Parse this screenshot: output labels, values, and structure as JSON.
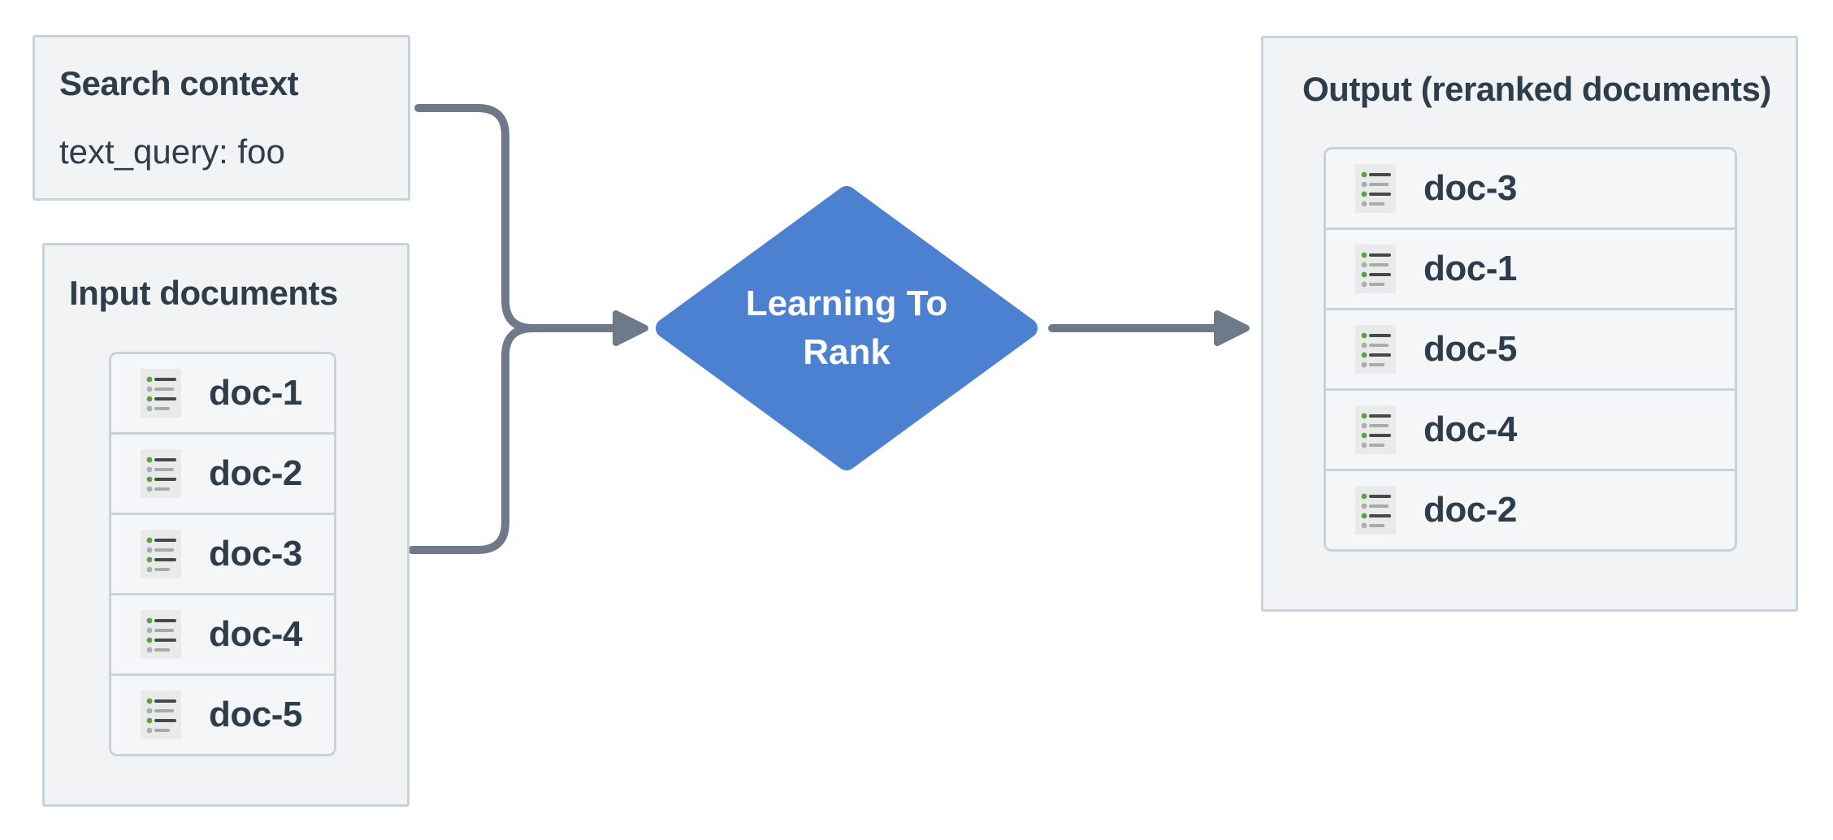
{
  "diagram": {
    "search_context": {
      "title": "Search context",
      "query_line": "text_query: foo"
    },
    "input_documents": {
      "title": "Input documents",
      "docs": [
        "doc-1",
        "doc-2",
        "doc-3",
        "doc-4",
        "doc-5"
      ]
    },
    "ranker": {
      "label": "Learning To Rank"
    },
    "output": {
      "title": "Output (reranked documents)",
      "docs": [
        "doc-3",
        "doc-1",
        "doc-5",
        "doc-4",
        "doc-2"
      ]
    }
  },
  "icons": {
    "doc_icon": "list-icon"
  },
  "palette": {
    "canvas_bg": "#ffffff",
    "panel_bg": "#f1f3f4",
    "panel_border": "#c8d2da",
    "list_border": "#c8d2da",
    "row_bg": "#f4f6f7",
    "text": "#2e3d4c",
    "diamond_fill": "#4c81d1",
    "diamond_text": "#ffffff",
    "arrow": "#6e7a8a",
    "icon_bg": "#e9eaea",
    "icon_line_dark": "#46484a",
    "icon_line_gray": "#a7a9ab",
    "icon_bullet_green": "#58a340",
    "icon_bullet_gray": "#abadae"
  }
}
